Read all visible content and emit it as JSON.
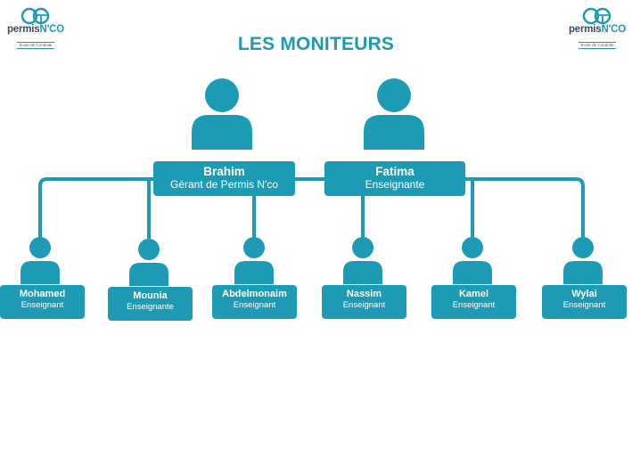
{
  "colors": {
    "accent": "#1e9bb4",
    "logo_text": "#3d4b5c"
  },
  "logo": {
    "brand_main": "permis",
    "brand_accent": "N'CO",
    "tagline": "Ecole de Conduite"
  },
  "title": "LES MONITEURS",
  "managers": [
    {
      "name": "Brahim",
      "role": "Gérant de Permis N'co"
    },
    {
      "name": "Fatima",
      "role": "Enseignante"
    }
  ],
  "teachers": [
    {
      "name": "Mohamed",
      "role": "Enseignant"
    },
    {
      "name": "Mounia",
      "role": "Enseignante"
    },
    {
      "name": "Abdelmonaim",
      "role": "Enseignant"
    },
    {
      "name": "Nassim",
      "role": "Enseignant"
    },
    {
      "name": "Kamel",
      "role": "Enseignant"
    },
    {
      "name": "Wylai",
      "role": "Enseignant"
    }
  ]
}
